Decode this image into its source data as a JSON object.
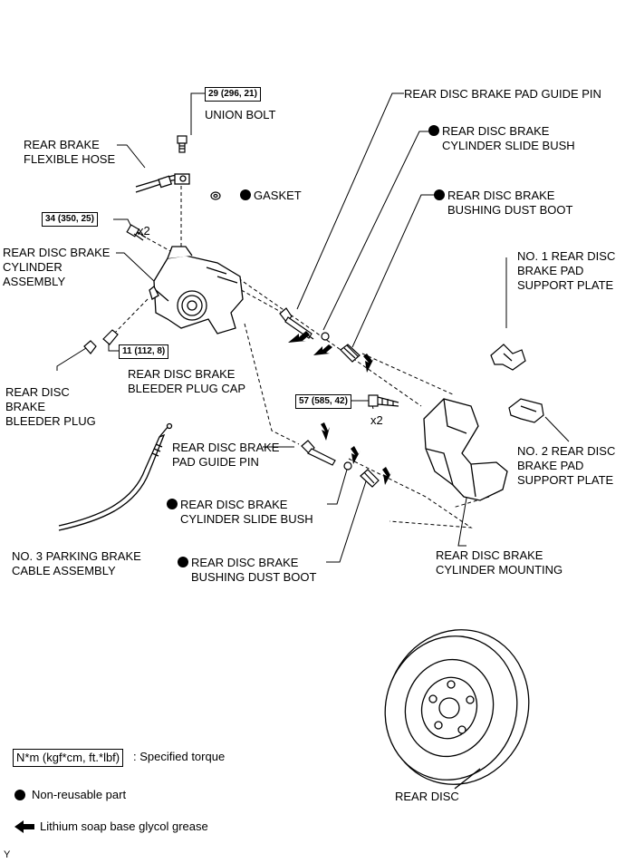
{
  "labels": {
    "torque_union_bolt": "29 (296, 21)",
    "union_bolt": "UNION BOLT",
    "flexible_hose": "REAR BRAKE\nFLEXIBLE HOSE",
    "gasket": "GASKET",
    "torque_cylinder_bolt": "34 (350, 25)",
    "x2_upper": "x2",
    "cylinder_assembly": "REAR DISC BRAKE\nCYLINDER\nASSEMBLY",
    "torque_bleeder": "11 (112, 8)",
    "bleeder_cap": "REAR DISC BRAKE\nBLEEDER PLUG CAP",
    "bleeder_plug": "REAR DISC\nBRAKE\nBLEEDER PLUG",
    "guide_pin_top": "REAR DISC BRAKE PAD GUIDE PIN",
    "slide_bush_top": "REAR DISC BRAKE\nCYLINDER SLIDE BUSH",
    "dust_boot_top": "REAR DISC BRAKE\nBUSHING DUST BOOT",
    "support_plate_1": "NO. 1 REAR DISC\nBRAKE PAD\nSUPPORT PLATE",
    "torque_mounting_bolt": "57 (585, 42)",
    "x2_lower": "x2",
    "guide_pin_lower": "REAR DISC BRAKE\nPAD GUIDE PIN",
    "slide_bush_lower": "REAR DISC BRAKE\nCYLINDER SLIDE BUSH",
    "dust_boot_lower": "REAR DISC BRAKE\nBUSHING DUST BOOT",
    "support_plate_2": "NO. 2 REAR DISC\nBRAKE PAD\nSUPPORT PLATE",
    "parking_cable": "NO. 3 PARKING BRAKE\nCABLE ASSEMBLY",
    "cylinder_mounting": "REAR DISC BRAKE\nCYLINDER MOUNTING",
    "rear_disc": "REAR DISC"
  },
  "legend": {
    "torque_unit_box": "N*m (kgf*cm, ft.*lbf)",
    "torque_desc": ": Specified torque",
    "non_reusable": "Non-reusable part",
    "grease": "Lithium soap base glycol grease"
  },
  "corner_code": "Y",
  "icons": {
    "non_reusable": "filled-circle-icon",
    "grease": "arrow-left-icon"
  }
}
